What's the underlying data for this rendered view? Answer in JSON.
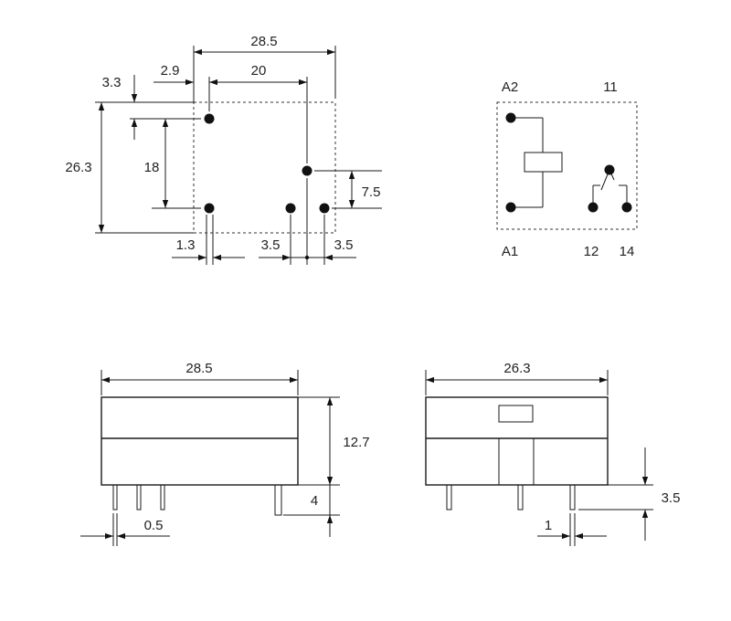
{
  "footprint": {
    "dims": {
      "width_total": "28.5",
      "pin_row_span": "20",
      "left_offset": "2.9",
      "top_offset": "3.3",
      "height_total": "26.3",
      "pin_vertical_span": "18",
      "coil_offset": "7.5",
      "pin_diameter_left": "1.3",
      "pin_gap_a": "3.5",
      "pin_gap_b": "3.5"
    }
  },
  "schematic": {
    "labels": {
      "a2": "A2",
      "a1": "A1",
      "c11": "11",
      "c12": "12",
      "c14": "14"
    }
  },
  "side_view": {
    "dims": {
      "length": "28.5",
      "height": "12.7",
      "pin_length": "4",
      "pin_width": "0.5"
    }
  },
  "end_view": {
    "dims": {
      "width": "26.3",
      "pin_length": "3.5",
      "pin_width": "1"
    }
  }
}
